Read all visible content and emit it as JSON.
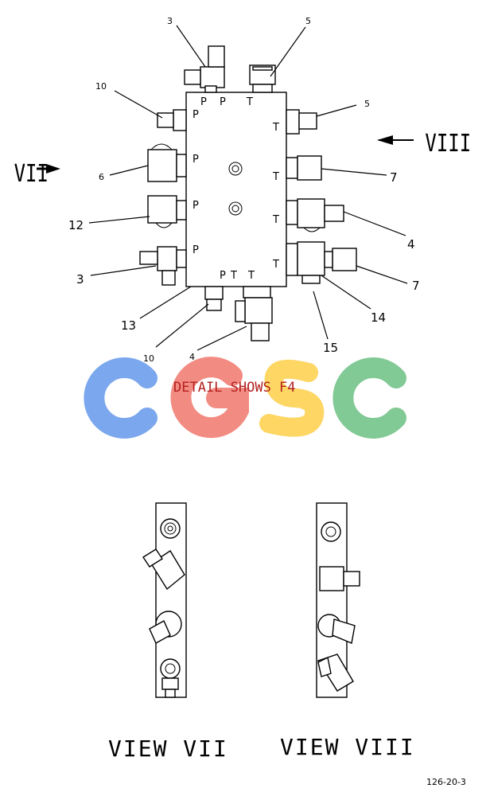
{
  "callouts": {
    "c3_top": "3",
    "c5_top": "5",
    "c10_top": "10",
    "c5_right": "5",
    "c6": "6",
    "c7_upper": "7",
    "c12": "12",
    "c4_right": "4",
    "c3_left": "3",
    "c7_lower": "7",
    "c13": "13",
    "c14": "14",
    "c10_bottom": "10",
    "c15": "15",
    "c4_bottom": "4"
  },
  "ports": {
    "top_p": "P",
    "top_p2": "P",
    "top_t": "T",
    "left_p1": "P",
    "left_p2": "P",
    "left_p3": "P",
    "left_p4": "P",
    "right_t1": "T",
    "right_t2": "T",
    "right_t3": "T",
    "right_t4": "T",
    "bottom_p": "P",
    "bottom_t": "T",
    "bottom_t2": "T"
  },
  "view_arrows": {
    "left": "VII",
    "right": "VIII"
  },
  "watermark": {
    "letters": [
      "C",
      "G",
      "S",
      "C"
    ],
    "colors": [
      "#7aa7ee",
      "#f28b82",
      "#fdd663",
      "#81c995"
    ]
  },
  "detail_note": "DETAIL SHOWS F4",
  "views": {
    "left_caption": "VIEW VII",
    "right_caption": "VIEW VIII"
  },
  "reference": "126-20-3"
}
